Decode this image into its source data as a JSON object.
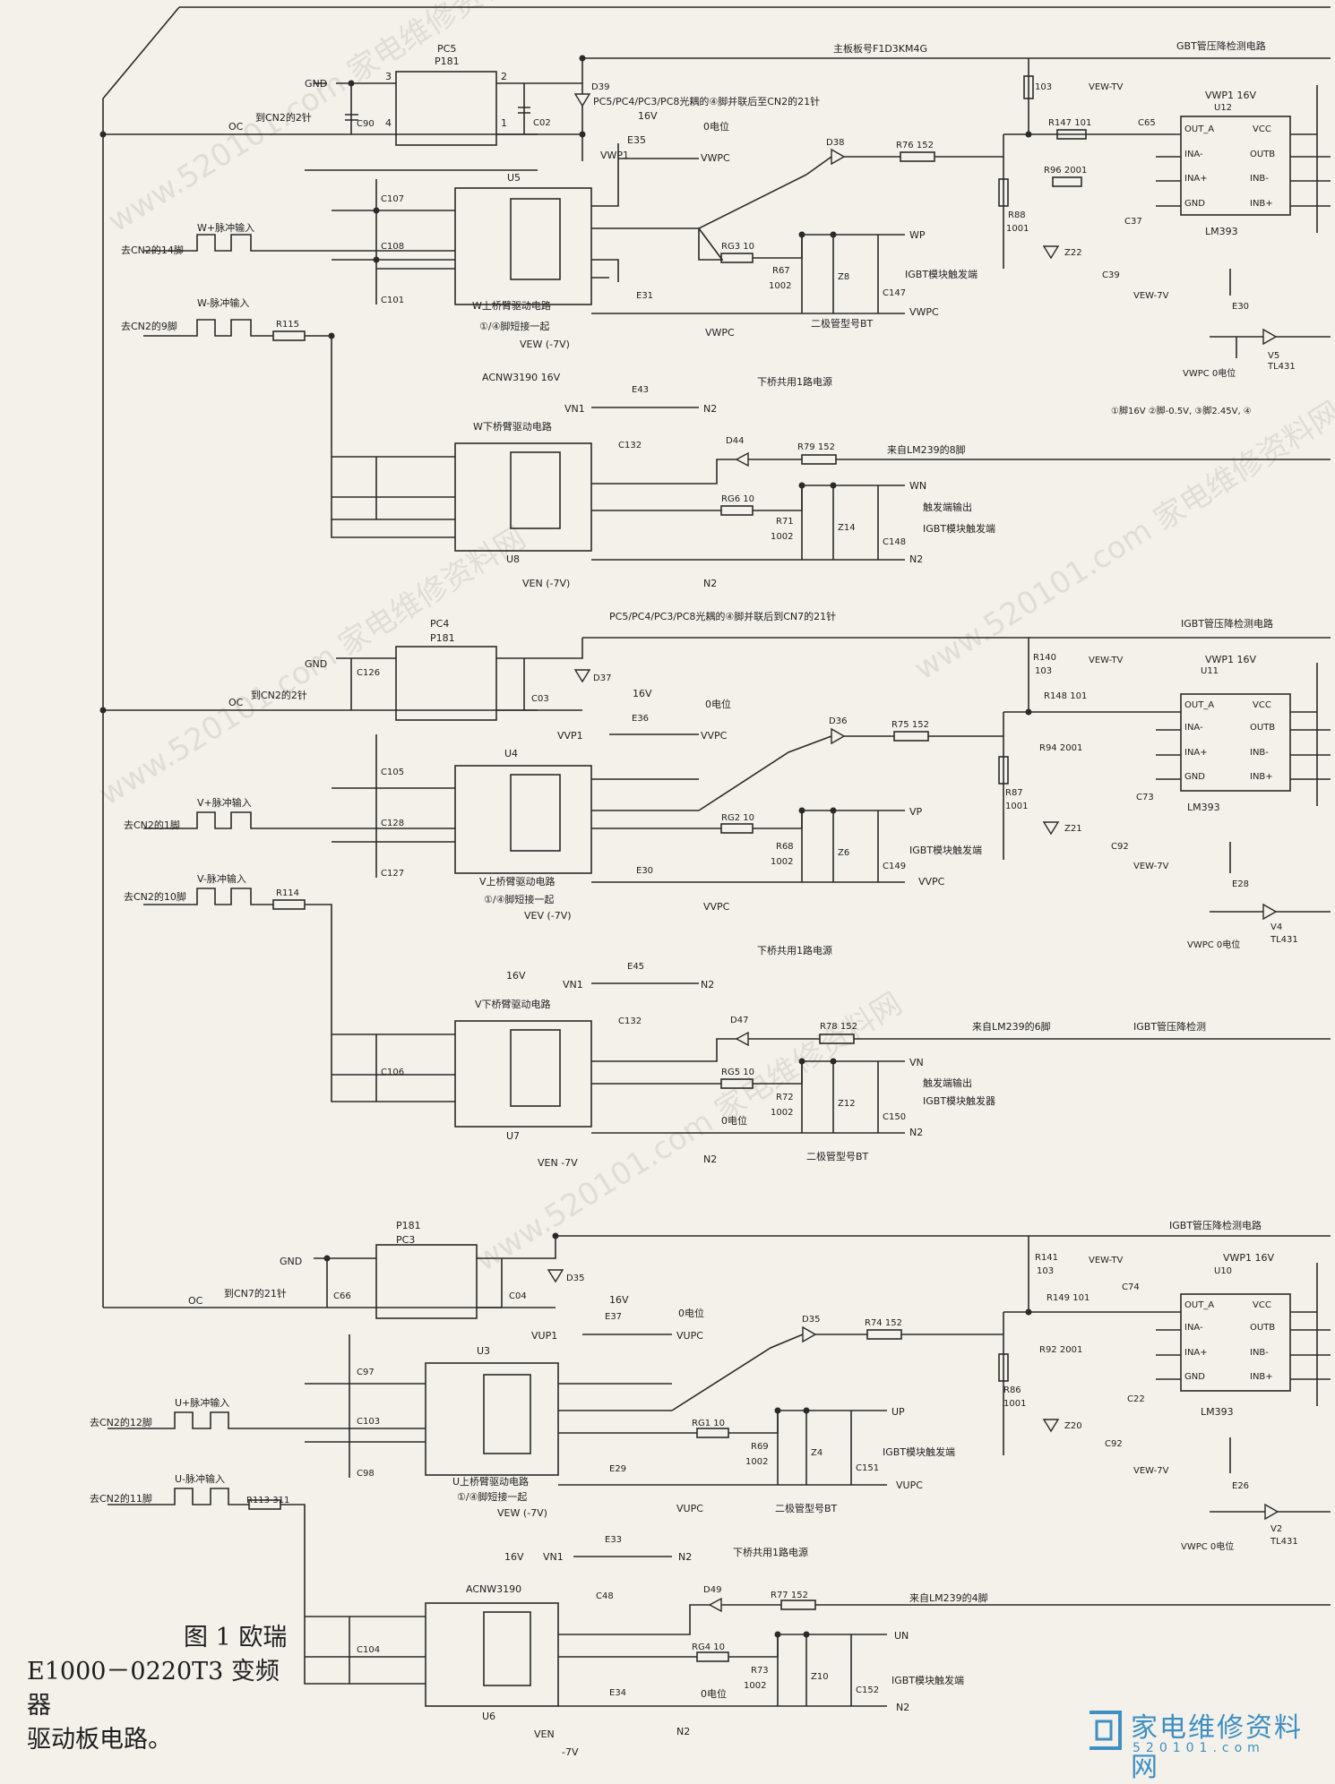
{
  "caption": {
    "line1": "图 1 欧瑞",
    "line2": "E1000－0220T3 变频器",
    "line3": "驱动板电路。"
  },
  "logo": {
    "text": "家电维修资料网",
    "url": "520101.com"
  },
  "watermark": "www.520101.com 家电维修资料网",
  "labels": {
    "board_no": "主板板号F1D3KM4G",
    "opto_note": "PC5/PC4/PC3/PC8光耦的④脚并联后至CN2的21针",
    "opto_note2": "PC5/PC4/PC3/PC8光耦的④脚并联后到CN7的21针",
    "igbt_det": "GBT管压降检测电路",
    "igbt_det2": "IGBT管压降检测电路",
    "igbt_det3": "IGBT管压降检测",
    "igbt_trig": "IGBT模块触发端",
    "trig_out": "触发端输出",
    "igbt_trig_dev": "IGBT模块触发器",
    "lower_supply": "下桥共用1路电源",
    "diode_type": "二极管型号BT",
    "zero": "0电位",
    "short_14": "①/④脚短接一起",
    "w_up": "W上桥臂驱动电路",
    "w_dn": "W下桥臂驱动电路",
    "v_up": "V上桥臂驱动电路",
    "v_dn": "V下桥臂驱动电路",
    "u_up": "U上桥臂驱动电路",
    "from_8": "来自LM239的8脚",
    "from_6": "来自LM239的6脚",
    "from_4": "来自LM239的4脚",
    "w_plus": "W+脉冲输入",
    "w_minus": "W-脉冲输入",
    "v_plus": "V+脉冲输入",
    "v_minus": "V-脉冲输入",
    "u_plus": "U+脉冲输入",
    "u_minus": "U-脉冲输入",
    "cn2_14": "去CN2的14脚",
    "cn2_9": "去CN2的9脚",
    "cn2_1": "去CN2的1脚",
    "cn2_10": "去CN2的10脚",
    "cn2_12": "去CN2的12脚",
    "cn2_11": "去CN2的11脚",
    "cn2_2": "到CN2的2针",
    "cn7_21": "到CN7的21针",
    "gnd": "GND",
    "oc": "OC",
    "v16": "16V",
    "acnw": "ACNW3190 16V",
    "acnw2": "ACNW3190",
    "vew": "VEW (-7V)",
    "vev": "VEV (-7V)",
    "ven": "VEN (-7V)",
    "ven2": "VEN -7V",
    "ven3": "VEN",
    "m7v": "-7V",
    "lm393": "LM393",
    "tl431": "TL431",
    "vwp1_16v": "VWP1 16V",
    "vcc": "VCC",
    "outa": "OUT_A",
    "outb": "OUTB",
    "ina_m": "INA-",
    "ina_p": "INA+",
    "inb_m": "INB-",
    "inb_p": "INB+",
    "gnd2": "GND",
    "vew_7v": "VEW-7V",
    "vwpc_0": "VWPC 0电位",
    "pin_note": "①脚16V ②脚-0.5V, ③脚2.45V, ④"
  },
  "parts": {
    "pc5": "PC5",
    "pc4": "PC4",
    "pc3": "PC3",
    "p181": "P181",
    "u5": "U5",
    "u8": "U8",
    "u4": "U4",
    "u7": "U7",
    "u3": "U3",
    "u6": "U6",
    "u12": "U12",
    "u11": "U11",
    "u10": "U10",
    "c90": "C90",
    "c02": "C02",
    "c03": "C03",
    "c04": "C04",
    "c126": "C126",
    "c66": "C66",
    "c107": "C107",
    "c108": "C108",
    "c101": "C101",
    "c105": "C105",
    "c128": "C128",
    "c127": "C127",
    "c106": "C106",
    "c97": "C97",
    "c103": "C103",
    "c98": "C98",
    "c104": "C104",
    "c132": "C132",
    "c48": "C48",
    "c147": "C147",
    "c148": "C148",
    "c149": "C149",
    "c150": "C150",
    "c151": "C151",
    "c152": "C152",
    "e35": "E35",
    "e31": "E31",
    "e43": "E43",
    "e36": "E36",
    "e30": "E30",
    "e45": "E45",
    "e37": "E37",
    "e29": "E29",
    "e33": "E33",
    "e34": "E34",
    "e28": "E28",
    "e26": "E26",
    "d39": "D39",
    "d37": "D37",
    "d35": "D35",
    "d38": "D38",
    "d44": "D44",
    "d36": "D36",
    "d47": "D47",
    "d49": "D49",
    "r76": "R76 152",
    "r79": "R79 152",
    "r75": "R75 152",
    "r78": "R78 152",
    "r74": "R74 152",
    "r77": "R77 152",
    "rg3": "RG3 10",
    "rg6": "RG6 10",
    "rg2": "RG2 10",
    "rg5": "RG5 10",
    "rg1": "RG1 10",
    "rg4": "RG4 10",
    "r67": "R67",
    "r71": "R71",
    "r68": "R68",
    "r72": "R72",
    "r69": "R69",
    "r73": "R73",
    "v1002": "1002",
    "z8": "Z8",
    "z14": "Z14",
    "z6": "Z6",
    "z12": "Z12",
    "z4": "Z4",
    "z10": "Z10",
    "r115": "R115",
    "r114": "R114",
    "r113": "R113 311",
    "r147": "R147 101",
    "r96": "R96 2001",
    "r88": "R88",
    "r1001": "1001",
    "r103": "103",
    "r140": "R140",
    "r148": "R148 101",
    "r94": "R94 2001",
    "r87": "R87",
    "r141": "R141",
    "r149": "R149 101",
    "r92": "R92 2001",
    "r86": "R86",
    "z22": "Z22",
    "z21": "Z21",
    "z20": "Z20",
    "v5": "V5",
    "v4": "V4",
    "v2": "V2",
    "c65": "C65",
    "c37": "C37",
    "c73": "C73",
    "c92": "C92",
    "c74": "C74",
    "c22": "C22",
    "c39": "C39",
    "c92b": "C92",
    "wp": "WP",
    "wn": "WN",
    "vp": "VP",
    "vn": "VN",
    "up": "UP",
    "un": "UN",
    "vwp1": "VWP1",
    "vwpc": "VWPC",
    "vn1": "VN1",
    "n2": "N2",
    "vvp1": "VVP1",
    "vvpc": "VVPC",
    "vup1": "VUP1",
    "vupc": "VUPC",
    "vew_tv": "VEW-TV",
    "vwp1b": "VWP1 16V"
  }
}
